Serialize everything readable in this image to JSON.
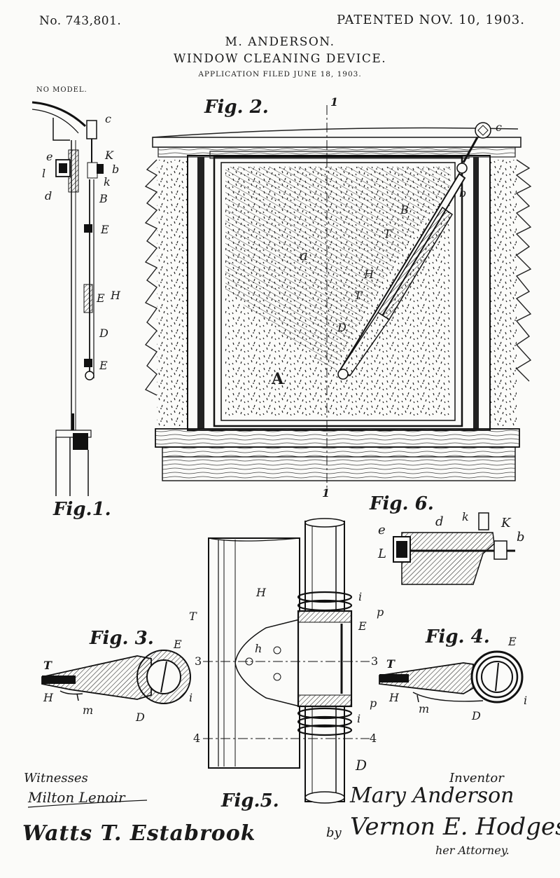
{
  "header": {
    "patent_number": "No. 743,801.",
    "patent_date": "PATENTED NOV. 10, 1903.",
    "inventor_name": "M. ANDERSON.",
    "title": "WINDOW CLEANING DEVICE.",
    "application": "APPLICATION FILED JUNE 18, 1903.",
    "model_note": "NO MODEL."
  },
  "figures": {
    "fig1": "Fig.1.",
    "fig2": "Fig. 2.",
    "fig3": "Fig. 3.",
    "fig4": "Fig. 4.",
    "fig5": "Fig.5.",
    "fig6": "Fig. 6."
  },
  "refs": {
    "fig1": [
      "c",
      "K",
      "b",
      "k",
      "e",
      "l",
      "d",
      "B",
      "E",
      "H",
      "E",
      "D",
      "E"
    ],
    "fig2": [
      "1",
      "1",
      "c",
      "b",
      "B",
      "T",
      "a",
      "H",
      "T",
      "D",
      "A"
    ],
    "fig3": [
      "E",
      "T",
      "H",
      "m",
      "D",
      "i"
    ],
    "fig4": [
      "E",
      "T",
      "H",
      "m",
      "D",
      "i"
    ],
    "fig5": [
      "H",
      "T",
      "h",
      "i",
      "p",
      "E",
      "3",
      "3",
      "p",
      "i",
      "4",
      "4",
      "D"
    ],
    "fig6": [
      "e",
      "d",
      "k",
      "K",
      "b",
      "L"
    ]
  },
  "signatures": {
    "witnesses_label": "Witnesses",
    "witness_1": "Milton Lenoir",
    "witness_2": "Watts T. Estabrook",
    "inventor_label": "Inventor",
    "inventor_signature": "Mary Anderson",
    "by": "by",
    "attorney_signature": "Vernon E. Hodges",
    "attorney_label": "her Attorney."
  }
}
